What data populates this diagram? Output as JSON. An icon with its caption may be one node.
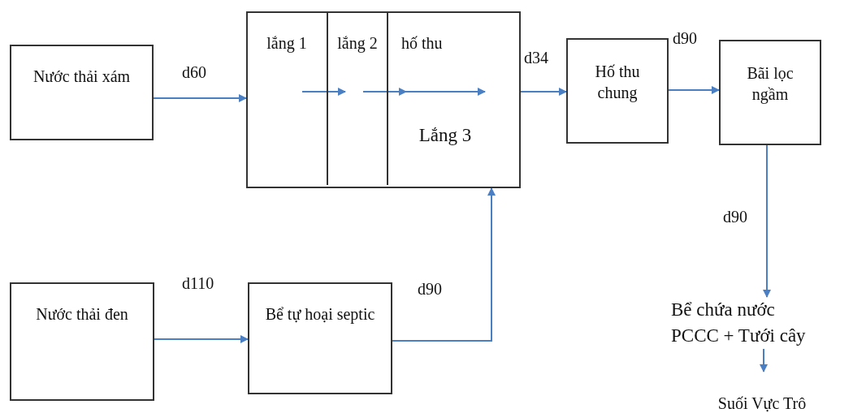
{
  "diagram": {
    "nodes": [
      {
        "text": [
          "Nước thải xám"
        ]
      },
      {
        "text": [],
        "shape": "box"
      },
      {
        "text": [
          "lắng 1"
        ],
        "in": 1
      },
      {
        "text": [
          "lắng 2"
        ],
        "in": 1
      },
      {
        "text": [
          "hố thu",
          "Lắng 3"
        ],
        "in": 1
      },
      {
        "text": [
          "Hố thu chung"
        ]
      },
      {
        "text": [
          "Bãi lọc ngầm"
        ]
      },
      {
        "text": [
          "Bể chứa nước PCCC + Tưới cây"
        ]
      },
      {
        "text": [
          "Suối Vực Trô"
        ]
      },
      {
        "text": [
          "Nước thải đen"
        ]
      },
      {
        "text": [
          "Bể tự hoại septic"
        ]
      }
    ],
    "edges": [
      {
        "from": 0,
        "to": 2,
        "arrow": "to",
        "label": "d60"
      },
      {
        "from": 2,
        "to": 3,
        "arrow": "to"
      },
      {
        "from": 3,
        "to": 4,
        "arrow": "to"
      },
      {
        "from": 4,
        "to": 5,
        "arrow": "to",
        "label": "d34"
      },
      {
        "from": 5,
        "to": 6,
        "arrow": "to",
        "label": "d90"
      },
      {
        "from": 6,
        "to": 7,
        "arrow": "to",
        "label": "d90"
      },
      {
        "from": 7,
        "to": 8,
        "arrow": "to"
      },
      {
        "from": 9,
        "to": 10,
        "arrow": "to",
        "label": "d110"
      },
      {
        "from": 10,
        "to": 4,
        "arrow": "to",
        "label": "d90"
      }
    ]
  }
}
